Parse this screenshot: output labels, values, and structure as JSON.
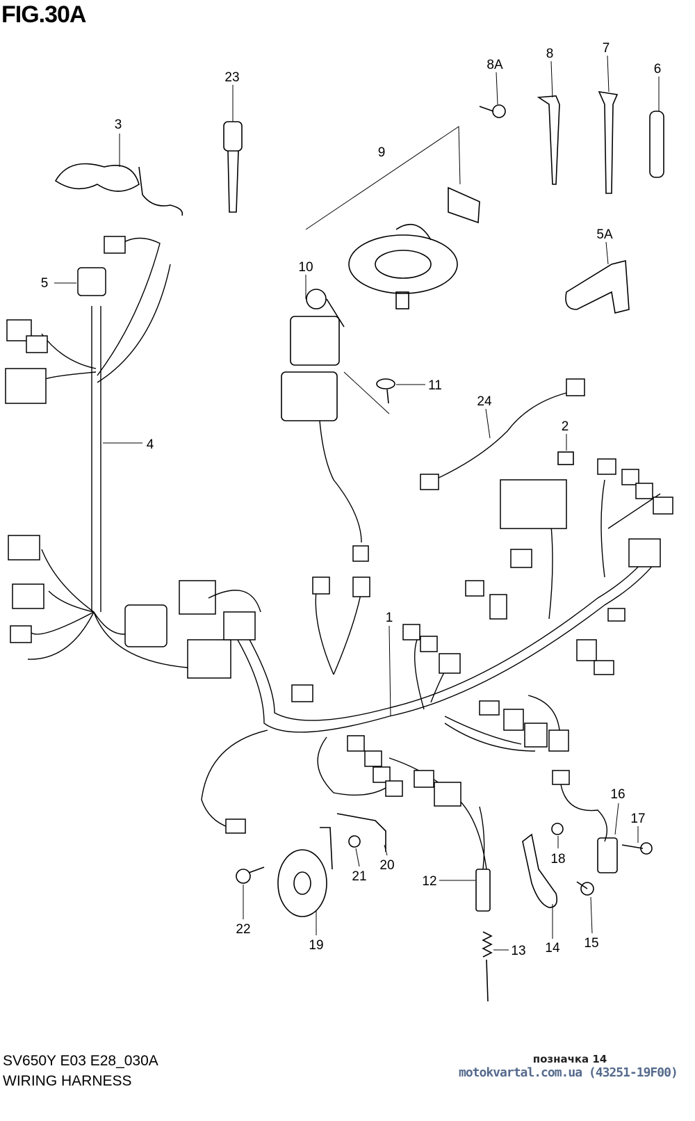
{
  "figure": {
    "title": "FIG.30A",
    "model_code": "SV650Y E03 E28_030A",
    "sheet_title": "WIRING HARNESS"
  },
  "callouts": [
    "3",
    "23",
    "8A",
    "8",
    "7",
    "6",
    "9",
    "5A",
    "10",
    "5",
    "11",
    "24",
    "4",
    "2",
    "1",
    "16",
    "17",
    "18",
    "21",
    "20",
    "12",
    "22",
    "19",
    "13",
    "14",
    "15"
  ],
  "footer": {
    "mark_label": "позначка 14",
    "watermark": "motokvartal.com.ua (43251-19F00)"
  }
}
